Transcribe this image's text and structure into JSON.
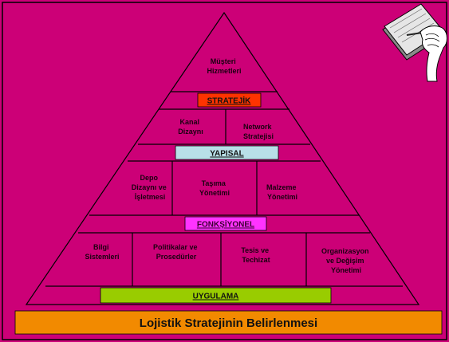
{
  "colors": {
    "background": "#CC0077",
    "strategic_band": "#FF3300",
    "structural_band": "#B8E0E8",
    "functional_band": "#FF33FF",
    "implementation_band": "#99CC00",
    "title_band": "#F28A00"
  },
  "pyramid": {
    "top": {
      "line1": "Müşteri",
      "line2": "Hizmetleri"
    },
    "strategic_label": "STRATEJİK",
    "structural": {
      "label": "YAPISAL",
      "cells": [
        {
          "line1": "Kanal",
          "line2": "Dizaynı"
        },
        {
          "line1": "Network",
          "line2": "Stratejisi"
        }
      ]
    },
    "functional": {
      "label": "FONKŞİYONEL",
      "cells": [
        {
          "line1": "Depo",
          "line2": "Dizaynı ve",
          "line3": "İşletmesi"
        },
        {
          "line1": "Taşıma",
          "line2": "Yönetimi"
        },
        {
          "line1": "Malzeme",
          "line2": "Yönetimi"
        }
      ]
    },
    "implementation": {
      "label": "UYGULAMA",
      "cells": [
        {
          "line1": "Bilgi",
          "line2": "Sistemleri"
        },
        {
          "line1": "Politikalar ve",
          "line2": "Prosedürler"
        },
        {
          "line1": "Tesis ve",
          "line2": "Techizat"
        },
        {
          "line1": "Organizasyon",
          "line2": "ve Değişim",
          "line3": "Yönetimi"
        }
      ]
    }
  },
  "title": "Lojistik Stratejinin Belirlenmesi",
  "decoration": {
    "icon": "hand-writing-in-notebook-icon"
  }
}
